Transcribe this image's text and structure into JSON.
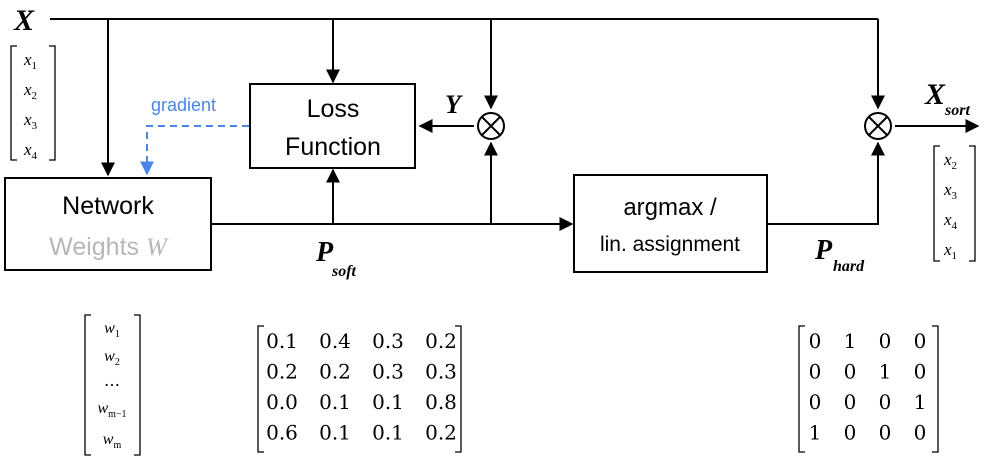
{
  "input": {
    "label_main": "X",
    "vector": [
      "x",
      "x",
      "x",
      "x"
    ],
    "vector_subs": [
      "1",
      "2",
      "3",
      "4"
    ]
  },
  "output": {
    "label_main": "X",
    "label_sub": "sort",
    "vector": [
      "x",
      "x",
      "x",
      "x"
    ],
    "vector_subs": [
      "2",
      "3",
      "4",
      "1"
    ]
  },
  "loss_box": {
    "line1": "Loss",
    "line2": "Function"
  },
  "network_box": {
    "line1": "Network",
    "line2_prefix": "Weights ",
    "line2_symbol": "W"
  },
  "argmax_box": {
    "line1": "argmax /",
    "line2": "lin. assignment"
  },
  "labels": {
    "gradient": "gradient",
    "y": "Y",
    "p_soft_main": "P",
    "p_soft_sub": "soft",
    "p_hard_main": "P",
    "p_hard_sub": "hard"
  },
  "operators": {
    "multiply": "⊗"
  },
  "weights_vector": {
    "entries": [
      {
        "base": "w",
        "sub": "1"
      },
      {
        "base": "w",
        "sub": "2"
      },
      {
        "base": "…",
        "sub": ""
      },
      {
        "base": "w",
        "sub": "m−1"
      },
      {
        "base": "w",
        "sub": "m"
      }
    ]
  },
  "soft_matrix": [
    [
      "0.1",
      "0.4",
      "0.3",
      "0.2"
    ],
    [
      "0.2",
      "0.2",
      "0.3",
      "0.3"
    ],
    [
      "0.0",
      "0.1",
      "0.1",
      "0.8"
    ],
    [
      "0.6",
      "0.1",
      "0.1",
      "0.2"
    ]
  ],
  "hard_matrix": [
    [
      "0",
      "1",
      "0",
      "0"
    ],
    [
      "0",
      "0",
      "1",
      "0"
    ],
    [
      "0",
      "0",
      "0",
      "1"
    ],
    [
      "1",
      "0",
      "0",
      "0"
    ]
  ],
  "colors": {
    "line": "#000000",
    "gradient": "#4a86e8",
    "weights_text": "#b7b7b7"
  }
}
